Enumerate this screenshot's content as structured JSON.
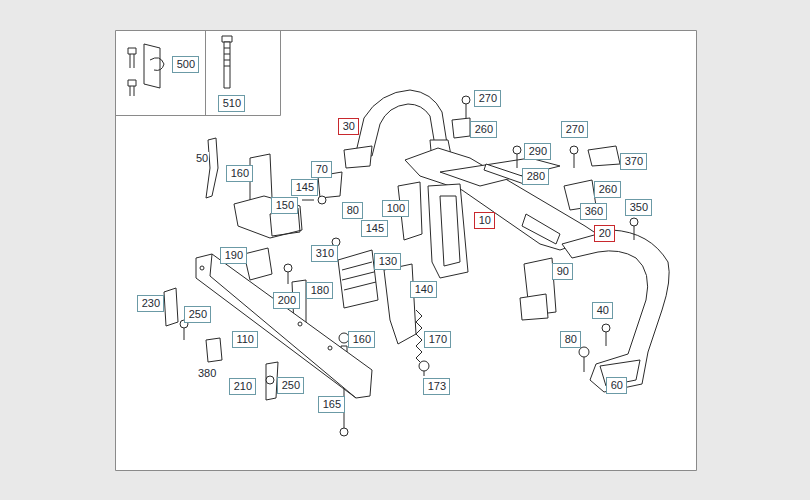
{
  "diagram": {
    "nodes": [
      {
        "text": [
          "500"
        ]
      },
      {
        "text": [
          "510"
        ]
      },
      {
        "text": [
          "270"
        ]
      },
      {
        "text": [
          "30"
        ]
      },
      {
        "text": [
          "260"
        ]
      },
      {
        "text": [
          "270"
        ]
      },
      {
        "text": [
          "290"
        ]
      },
      {
        "text": [
          "370"
        ]
      },
      {
        "text": [
          "160"
        ]
      },
      {
        "text": [
          "70"
        ]
      },
      {
        "text": [
          "280"
        ]
      },
      {
        "text": [
          "145"
        ]
      },
      {
        "text": [
          "260"
        ]
      },
      {
        "text": [
          "150"
        ]
      },
      {
        "text": [
          "80"
        ]
      },
      {
        "text": [
          "100"
        ]
      },
      {
        "text": [
          "350"
        ]
      },
      {
        "text": [
          "360"
        ]
      },
      {
        "text": [
          "10"
        ]
      },
      {
        "text": [
          "145"
        ]
      },
      {
        "text": [
          "20"
        ]
      },
      {
        "text": [
          "190"
        ]
      },
      {
        "text": [
          "310"
        ]
      },
      {
        "text": [
          "130"
        ]
      },
      {
        "text": [
          "90"
        ]
      },
      {
        "text": [
          "180"
        ]
      },
      {
        "text": [
          "140"
        ]
      },
      {
        "text": [
          "200"
        ]
      },
      {
        "text": [
          "230"
        ]
      },
      {
        "text": [
          "250"
        ]
      },
      {
        "text": [
          "40"
        ]
      },
      {
        "text": [
          "160"
        ]
      },
      {
        "text": [
          "170"
        ]
      },
      {
        "text": [
          "80"
        ]
      },
      {
        "text": [
          "110"
        ]
      },
      {
        "text": [
          "210"
        ]
      },
      {
        "text": [
          "250"
        ]
      },
      {
        "text": [
          "173"
        ]
      },
      {
        "text": [
          "60"
        ]
      },
      {
        "text": [
          "165"
        ]
      }
    ],
    "labels": [
      "50",
      "380"
    ]
  }
}
